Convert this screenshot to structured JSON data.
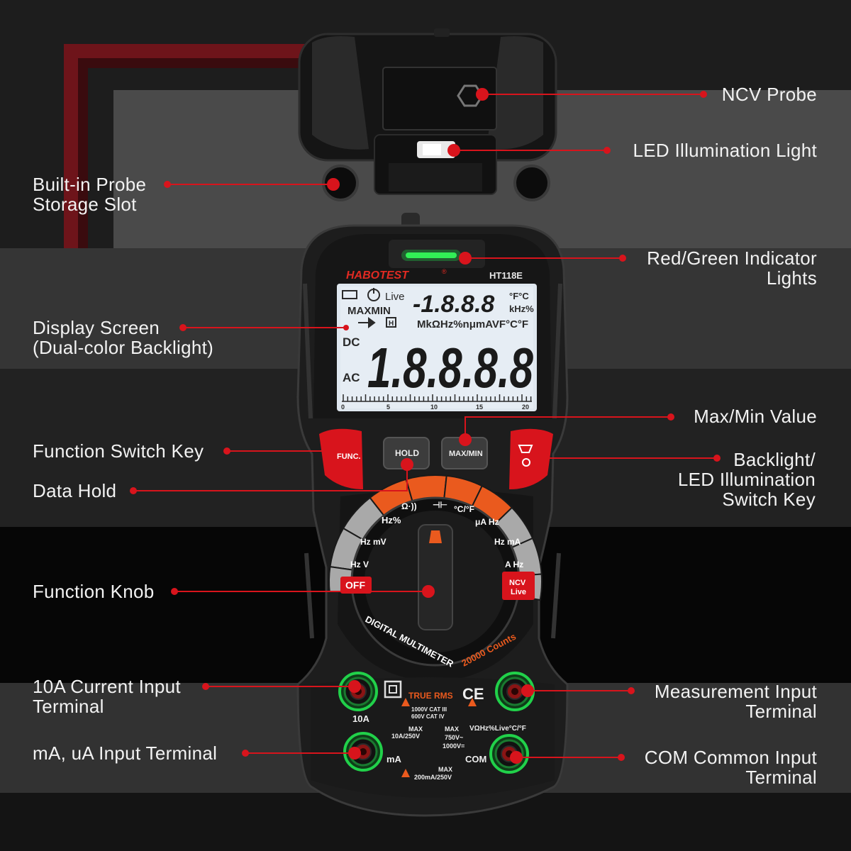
{
  "labels": {
    "ncv_probe": "NCV Probe",
    "led_light": "LED Illumination Light",
    "probe_slot": [
      "Built-in Probe",
      "Storage Slot"
    ],
    "indicator": [
      "Red/Green Indicator",
      "Lights"
    ],
    "display": [
      "Display Screen",
      "(Dual-color Backlight)"
    ],
    "maxmin": "Max/Min Value",
    "func_key": "Function Switch Key",
    "backlight_key": [
      "Backlight/",
      "LED Illumination",
      "Switch Key"
    ],
    "data_hold": "Data Hold",
    "func_knob": "Function Knob",
    "current_10a": [
      "10A Current Input",
      "Terminal"
    ],
    "measure_input": [
      "Measurement Input",
      "Terminal"
    ],
    "ma_ua": "mA, uA Input Terminal",
    "com": [
      "COM Common Input",
      "Terminal"
    ]
  },
  "device": {
    "brand": "HABOTEST",
    "brand_mark": "®",
    "model": "HT118E",
    "lcd": {
      "live": "Live",
      "maxmin": "MAXMIN",
      "small_digits": "-1.8.8.8",
      "unit_top": "°F°C",
      "unit_khz": "kHz%",
      "hold_h": "H",
      "units_row": "MkΩHz%nμmAVF°C°F",
      "dc": "DC",
      "ac": "AC",
      "main_digits": "1.8.8.8.8",
      "scale": [
        "0",
        "5",
        "10",
        "15",
        "20"
      ]
    },
    "buttons": {
      "func": "FUNC.",
      "hold": "HOLD",
      "maxmin": "MAX/MIN"
    },
    "dial": {
      "off": "OFF",
      "ncv": "NCV",
      "live": "Live",
      "orange_seg": [
        "Hz%",
        "Ω·))",
        "⊣⊢",
        "°C/°F"
      ],
      "gray_seg": [
        "Hz mV",
        "Hz V",
        "μA Hz",
        "Hz mA",
        "A Hz"
      ],
      "ring_text_white": "DIGITAL MULTIMETER",
      "ring_text_orange": "20000 Counts"
    },
    "terminals": {
      "a10": "10A",
      "ma": "mA",
      "com": "COM",
      "true_rms": "TRUE RMS",
      "ce": "CE",
      "cat": [
        "1000V CAT III",
        "600V CAT IV"
      ],
      "max_10a": [
        "MAX",
        "10A/250V"
      ],
      "max_v": [
        "MAX",
        "750V~",
        "1000V="
      ],
      "max_ma": [
        "MAX",
        "200mA/250V"
      ],
      "vohz": "VΩHz%Live°C/°F"
    }
  },
  "colors": {
    "accent_red": "#d8141c",
    "knob_orange": "#ea5a1e",
    "terminal_green": "#21d14a",
    "lcd_backlight": "#dfe7ef",
    "body_black": "#1c1c1c"
  }
}
